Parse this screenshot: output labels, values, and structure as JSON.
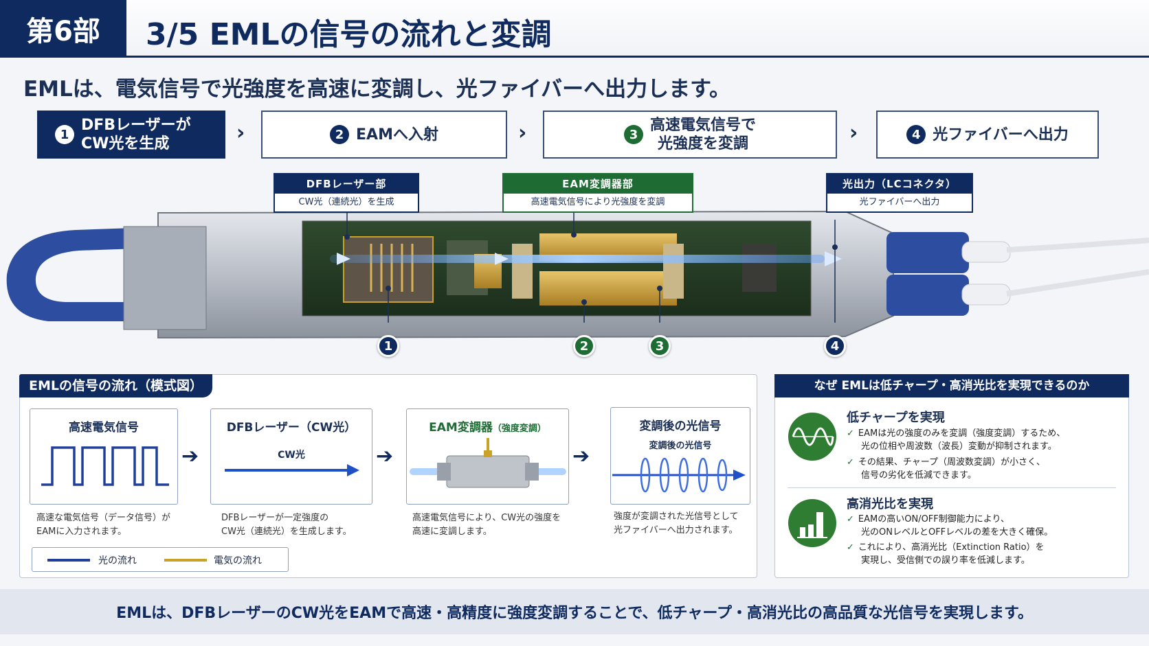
{
  "header": {
    "part_badge": "第6部",
    "title": "3/5 EMLの信号の流れと変調"
  },
  "subtitle": "EMLは、電気信号で光強度を高速に変調し、光ファイバーへ出力します。",
  "steps": [
    {
      "num": "1",
      "line1": "DFBレーザーが",
      "line2": "CW光を生成"
    },
    {
      "num": "2",
      "label": "EAMへ入射"
    },
    {
      "num": "3",
      "line1": "高速電気信号で",
      "line2": "光強度を変調"
    },
    {
      "num": "4",
      "label": "光ファイバーへ出力"
    }
  ],
  "step_separator": "›",
  "callouts": {
    "dfb": {
      "title": "DFBレーザー部",
      "sub": "CW光（連続光）を生成"
    },
    "eam": {
      "title": "EAM変調器部",
      "sub": "高速電気信号により光強度を変調"
    },
    "out": {
      "title": "光出力（LCコネクタ）",
      "sub": "光ファイバーへ出力"
    }
  },
  "markers": [
    "1",
    "2",
    "3",
    "4"
  ],
  "flow_panel": {
    "title": "EMLの信号の流れ（模式図）",
    "boxes": [
      {
        "title": "高速電気信号",
        "caption1": "高速な電気信号（データ信号）が",
        "caption2": "EAMに入力されます。"
      },
      {
        "title": "DFBレーザー（CW光）",
        "inner": "CW光",
        "caption1": "DFBレーザーが一定強度の",
        "caption2": "CW光（連続光）を生成します。"
      },
      {
        "title": "EAM変調器",
        "title_small": "（強度変調）",
        "caption1": "高速電気信号により、CW光の強度を",
        "caption2": "高速に変調します。"
      },
      {
        "title": "変調後の光信号",
        "inner": "変調後の光信号",
        "caption1": "強度が変調された光信号として",
        "caption2": "光ファイバーへ出力されます。"
      }
    ],
    "arrow": "➔",
    "legend": {
      "light": "光の流れ",
      "electric": "電気の流れ"
    }
  },
  "why_panel": {
    "title": "なぜ EMLは低チャープ・高消光比を実現できるのか",
    "sections": [
      {
        "heading": "低チャープを実現",
        "bullets": [
          [
            "EAMは光の強度のみを変調（強度変調）するため、",
            "光の位相や周波数（波長）変動が抑制されます。"
          ],
          [
            "その結果、チャープ（周波数変調）が小さく、",
            "信号の劣化を低減できます。"
          ]
        ]
      },
      {
        "heading": "高消光比を実現",
        "bullets": [
          [
            "EAMの高いON/OFF制御能力により、",
            "光のONレベルとOFFレベルの差を大きく確保。"
          ],
          [
            "これにより、高消光比（Extinction Ratio）を",
            "実現し、受信側での誤り率を低減します。"
          ]
        ]
      }
    ],
    "check": "✓"
  },
  "footer": "EMLは、DFBレーザーのCW光をEAMで高速・高精度に強度変調することで、低チャープ・高消光比の高品質な光信号を実現します。",
  "colors": {
    "navy": "#0f2a5e",
    "green": "#1e6b34",
    "gold": "#c9a227",
    "light_blue": "#1f50c8"
  }
}
